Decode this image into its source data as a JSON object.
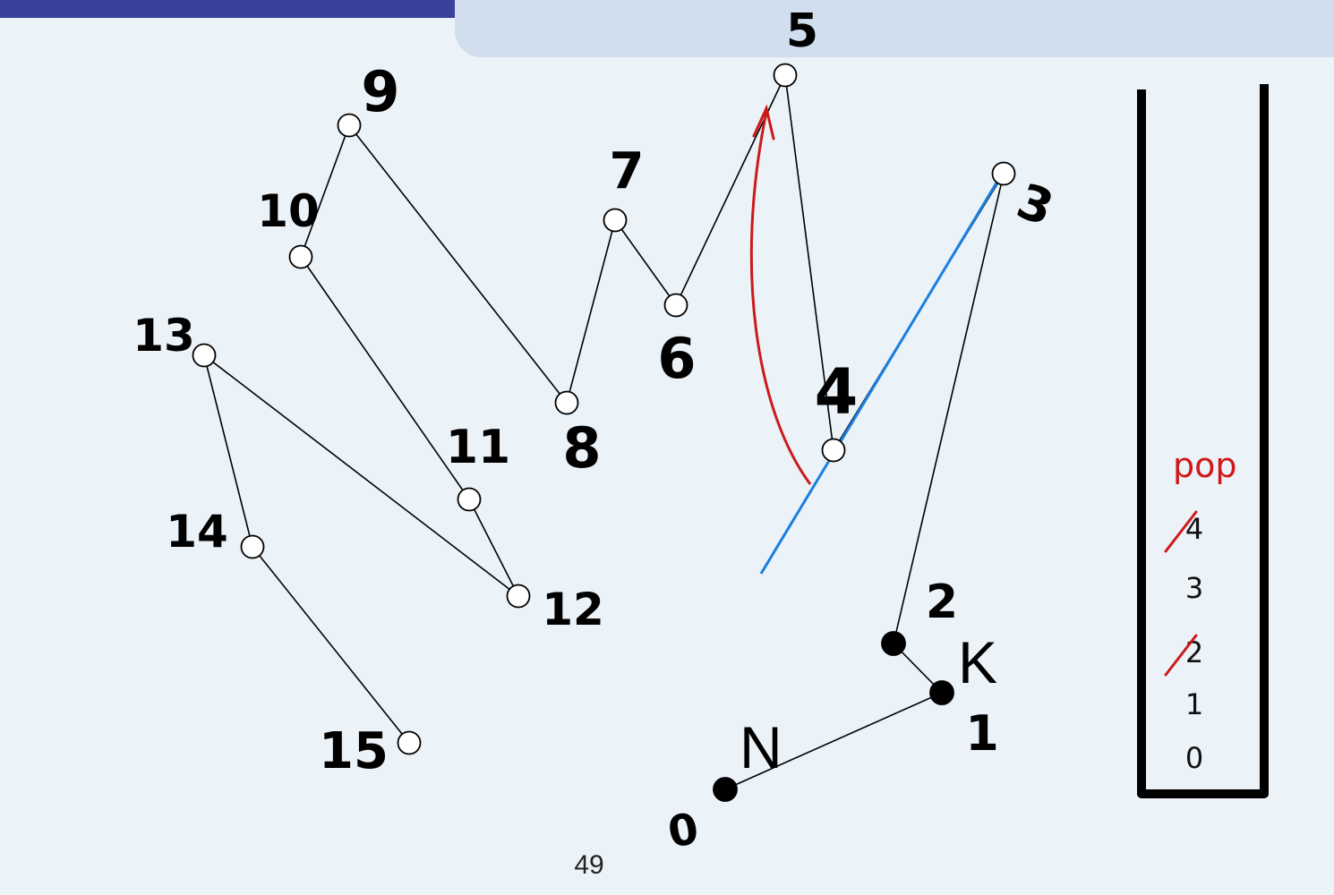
{
  "page_number": "49",
  "colors": {
    "edge": "#000000",
    "hull_arrow": "#cc1a1a",
    "tangent_line": "#1a7fe0",
    "stack_pop": "#d01818",
    "top_bar_dark": "#3a419a",
    "top_bar_light": "#d0deed"
  },
  "nodes": [
    {
      "id": "0",
      "label": "0",
      "filled": true
    },
    {
      "id": "1",
      "label": "1",
      "filled": true
    },
    {
      "id": "2",
      "label": "2",
      "filled": true
    },
    {
      "id": "3",
      "label": "3",
      "filled": false
    },
    {
      "id": "4",
      "label": "4",
      "filled": false
    },
    {
      "id": "5",
      "label": "5",
      "filled": false
    },
    {
      "id": "6",
      "label": "6",
      "filled": false
    },
    {
      "id": "7",
      "label": "7",
      "filled": false
    },
    {
      "id": "8",
      "label": "8",
      "filled": false
    },
    {
      "id": "9",
      "label": "9",
      "filled": false
    },
    {
      "id": "10",
      "label": "10",
      "filled": false
    },
    {
      "id": "11",
      "label": "11",
      "filled": false
    },
    {
      "id": "12",
      "label": "12",
      "filled": false
    },
    {
      "id": "13",
      "label": "13",
      "filled": false
    },
    {
      "id": "14",
      "label": "14",
      "filled": false
    },
    {
      "id": "15",
      "label": "15",
      "filled": false
    }
  ],
  "edges": [
    [
      "0",
      "1"
    ],
    [
      "1",
      "2"
    ],
    [
      "2",
      "3"
    ],
    [
      "3",
      "4"
    ],
    [
      "4",
      "5"
    ],
    [
      "5",
      "6"
    ],
    [
      "6",
      "7"
    ],
    [
      "7",
      "8"
    ],
    [
      "8",
      "9"
    ],
    [
      "9",
      "10"
    ],
    [
      "10",
      "11"
    ],
    [
      "11",
      "12"
    ],
    [
      "12",
      "13"
    ],
    [
      "13",
      "14"
    ],
    [
      "14",
      "15"
    ]
  ],
  "point_labels": {
    "n_label": "N",
    "k_label": "K"
  },
  "stack": {
    "header": "pop",
    "items": [
      {
        "value": "4",
        "crossed": true
      },
      {
        "value": "3",
        "crossed": false
      },
      {
        "value": "2",
        "crossed": true
      },
      {
        "value": "1",
        "crossed": false
      },
      {
        "value": "0",
        "crossed": false
      }
    ]
  }
}
